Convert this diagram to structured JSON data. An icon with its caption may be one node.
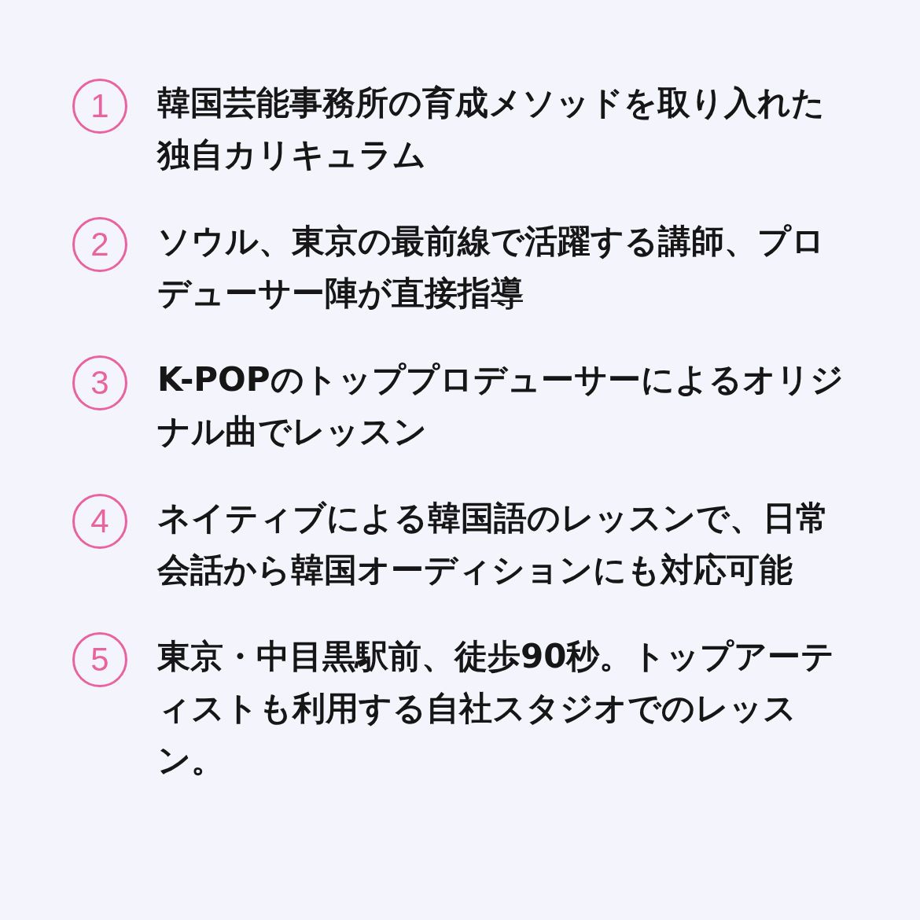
{
  "diagram": {
    "nodes": [
      {
        "text": [
          "1"
        ],
        "beside": [
          "韓国芸能事務所の育成メソッドを取り入れた独自カリキュラム"
        ]
      },
      {
        "text": [
          "2"
        ],
        "beside": [
          "ソウル、東京の最前線で活躍する講師、プロデューサー陣が直接指導"
        ]
      },
      {
        "text": [
          "3"
        ],
        "beside": [
          "K-POPのトッププロデューサーによるオリジナル曲でレッスン"
        ]
      },
      {
        "text": [
          "4"
        ],
        "beside": [
          "ネイティブによる韓国語のレッスンで、日常会話から韓国オーディションにも対応可能"
        ]
      },
      {
        "text": [
          "5"
        ],
        "beside": [
          "東京・中目黒駅前、徒歩90秒。トップアーティストも利用する自社スタジオでのレッスン。"
        ]
      }
    ]
  }
}
